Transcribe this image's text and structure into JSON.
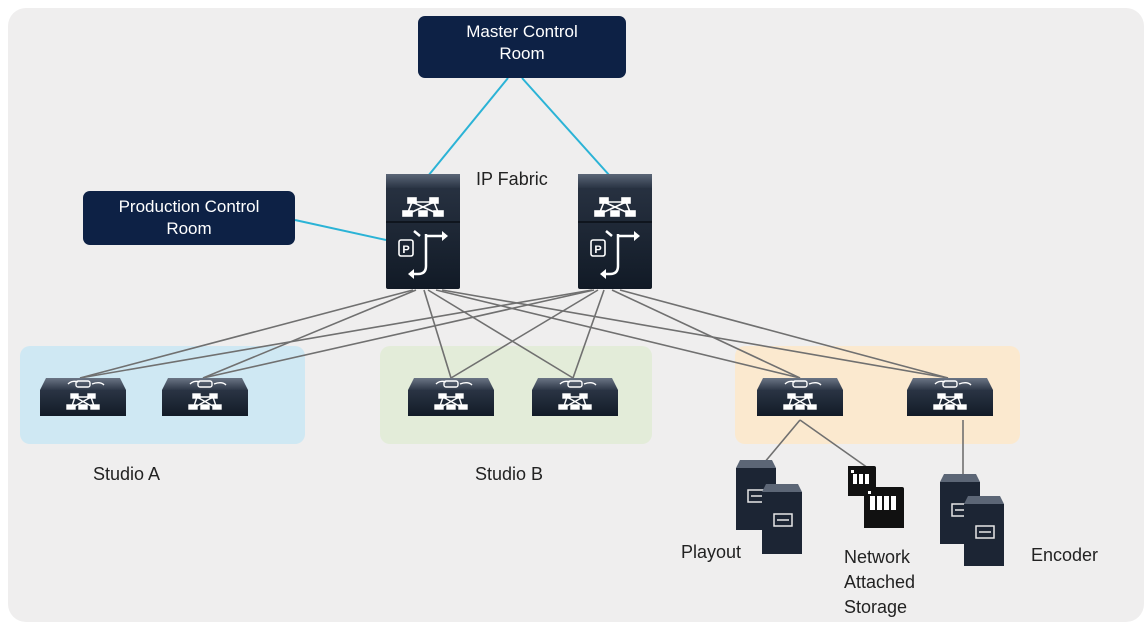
{
  "control_rooms": {
    "master": {
      "line1": "Master Control",
      "line2": "Room"
    },
    "production": {
      "line1": "Production Control",
      "line2": "Room"
    }
  },
  "fabric": {
    "label": "IP Fabric"
  },
  "zones": {
    "studio_a": {
      "label": "Studio A",
      "color": "#cfe8f3"
    },
    "studio_b": {
      "label": "Studio B",
      "color": "#e3ecd9"
    },
    "services": {
      "color": "#fbe9cf"
    }
  },
  "endpoints": {
    "playout": "Playout",
    "nas": {
      "line1": "Network",
      "line2": "Attached",
      "line3": "Storage"
    },
    "encoder": "Encoder"
  },
  "colors": {
    "accent_link": "#2bb3d6",
    "mesh_link": "#6f6f6f",
    "pill_bg": "#0d2145",
    "device": "#1f2a3a"
  }
}
